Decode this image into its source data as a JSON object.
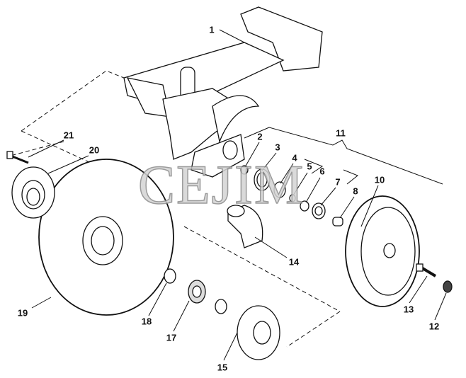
{
  "watermark": "CEJIM",
  "parts": {
    "p1": "1",
    "p2": "2",
    "p3": "3",
    "p4": "4",
    "p5": "5",
    "p6": "6",
    "p7": "7",
    "p8": "8",
    "p10": "10",
    "p11": "11",
    "p12": "12",
    "p13": "13",
    "p14": "14",
    "p15": "15",
    "p17": "17",
    "p18": "18",
    "p19": "19",
    "p20": "20",
    "p21": "21"
  }
}
